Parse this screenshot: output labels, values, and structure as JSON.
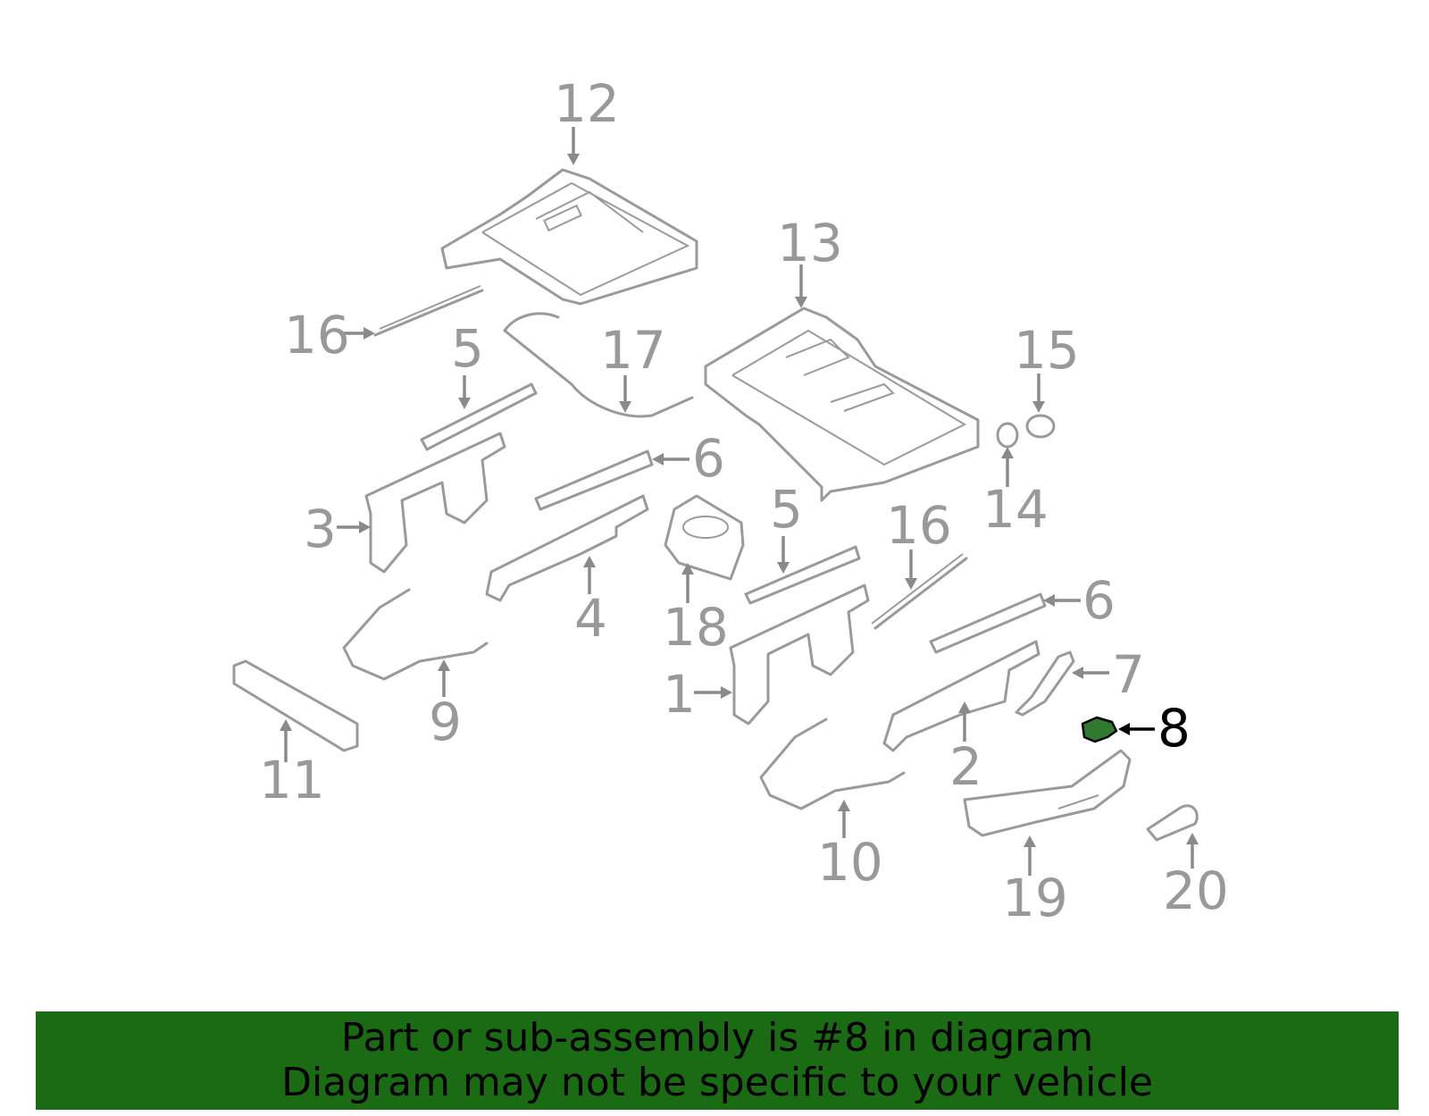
{
  "diagram": {
    "callouts": [
      {
        "id": "12",
        "label": "12"
      },
      {
        "id": "13",
        "label": "13"
      },
      {
        "id": "16a",
        "label": "16"
      },
      {
        "id": "5a",
        "label": "5"
      },
      {
        "id": "17",
        "label": "17"
      },
      {
        "id": "15",
        "label": "15"
      },
      {
        "id": "6a",
        "label": "6"
      },
      {
        "id": "14",
        "label": "14"
      },
      {
        "id": "3",
        "label": "3"
      },
      {
        "id": "5b",
        "label": "5"
      },
      {
        "id": "16b",
        "label": "16"
      },
      {
        "id": "4",
        "label": "4"
      },
      {
        "id": "18",
        "label": "18"
      },
      {
        "id": "6b",
        "label": "6"
      },
      {
        "id": "7",
        "label": "7"
      },
      {
        "id": "1",
        "label": "1"
      },
      {
        "id": "9",
        "label": "9"
      },
      {
        "id": "8",
        "label": "8"
      },
      {
        "id": "11",
        "label": "11"
      },
      {
        "id": "2",
        "label": "2"
      },
      {
        "id": "10",
        "label": "10"
      },
      {
        "id": "20",
        "label": "20"
      },
      {
        "id": "19",
        "label": "19"
      }
    ],
    "highlighted_part": "8",
    "colors": {
      "part_outline": "#9a9a9a",
      "callout_text": "#999999",
      "highlight_fill": "#2f7a2f",
      "highlight_text": "#000000",
      "banner_bg": "#1a6b14"
    }
  },
  "banner": {
    "line1": "Part or sub-assembly is #8 in diagram",
    "line2": "Diagram may not be specific to your vehicle",
    "background": "#1a6b14"
  }
}
